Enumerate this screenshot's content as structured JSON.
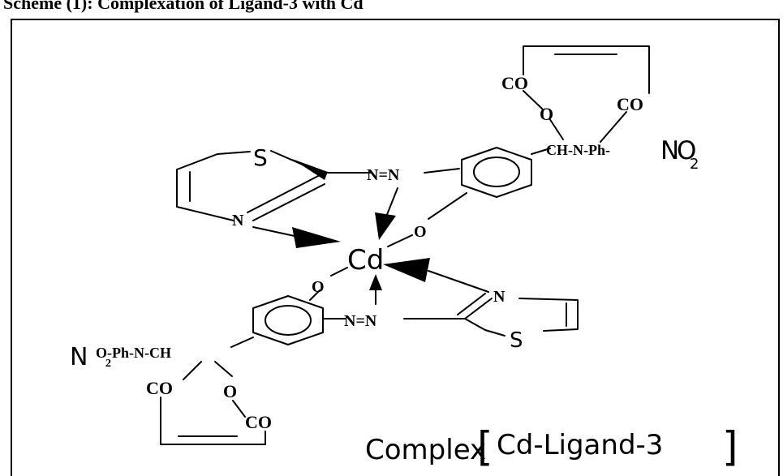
{
  "header": {
    "caption": "Scheme (1): Complexation of Ligand-3 with Cd"
  },
  "labels": {
    "upper_co_left": "CO",
    "upper_co_right": "CO",
    "upper_o": "O",
    "upper_ch_n_ph": "CH-N-Ph-",
    "upper_no2_n": "N",
    "upper_no2_o": "O",
    "upper_no2_sub": "2",
    "upper_s": "S",
    "upper_azo": "N=N",
    "upper_ring_n": "N",
    "cd_o_right": "O",
    "metal": "Cd",
    "lower_o": "O",
    "lower_azo": "N=N",
    "lower_ring_n": "N",
    "lower_s": "S",
    "lower_n_hand": "N",
    "lower_o_main": "O",
    "lower_sub2": "2",
    "lower_ph_n_ch": "-Ph-N-CH",
    "lower_co_left": "CO",
    "lower_o_small": "O",
    "lower_co_bottom": "CO",
    "complex_word": "Complex",
    "complex_bracket_open": "[",
    "complex_name": "Cd-Ligand-3",
    "complex_bracket_close": "]"
  }
}
